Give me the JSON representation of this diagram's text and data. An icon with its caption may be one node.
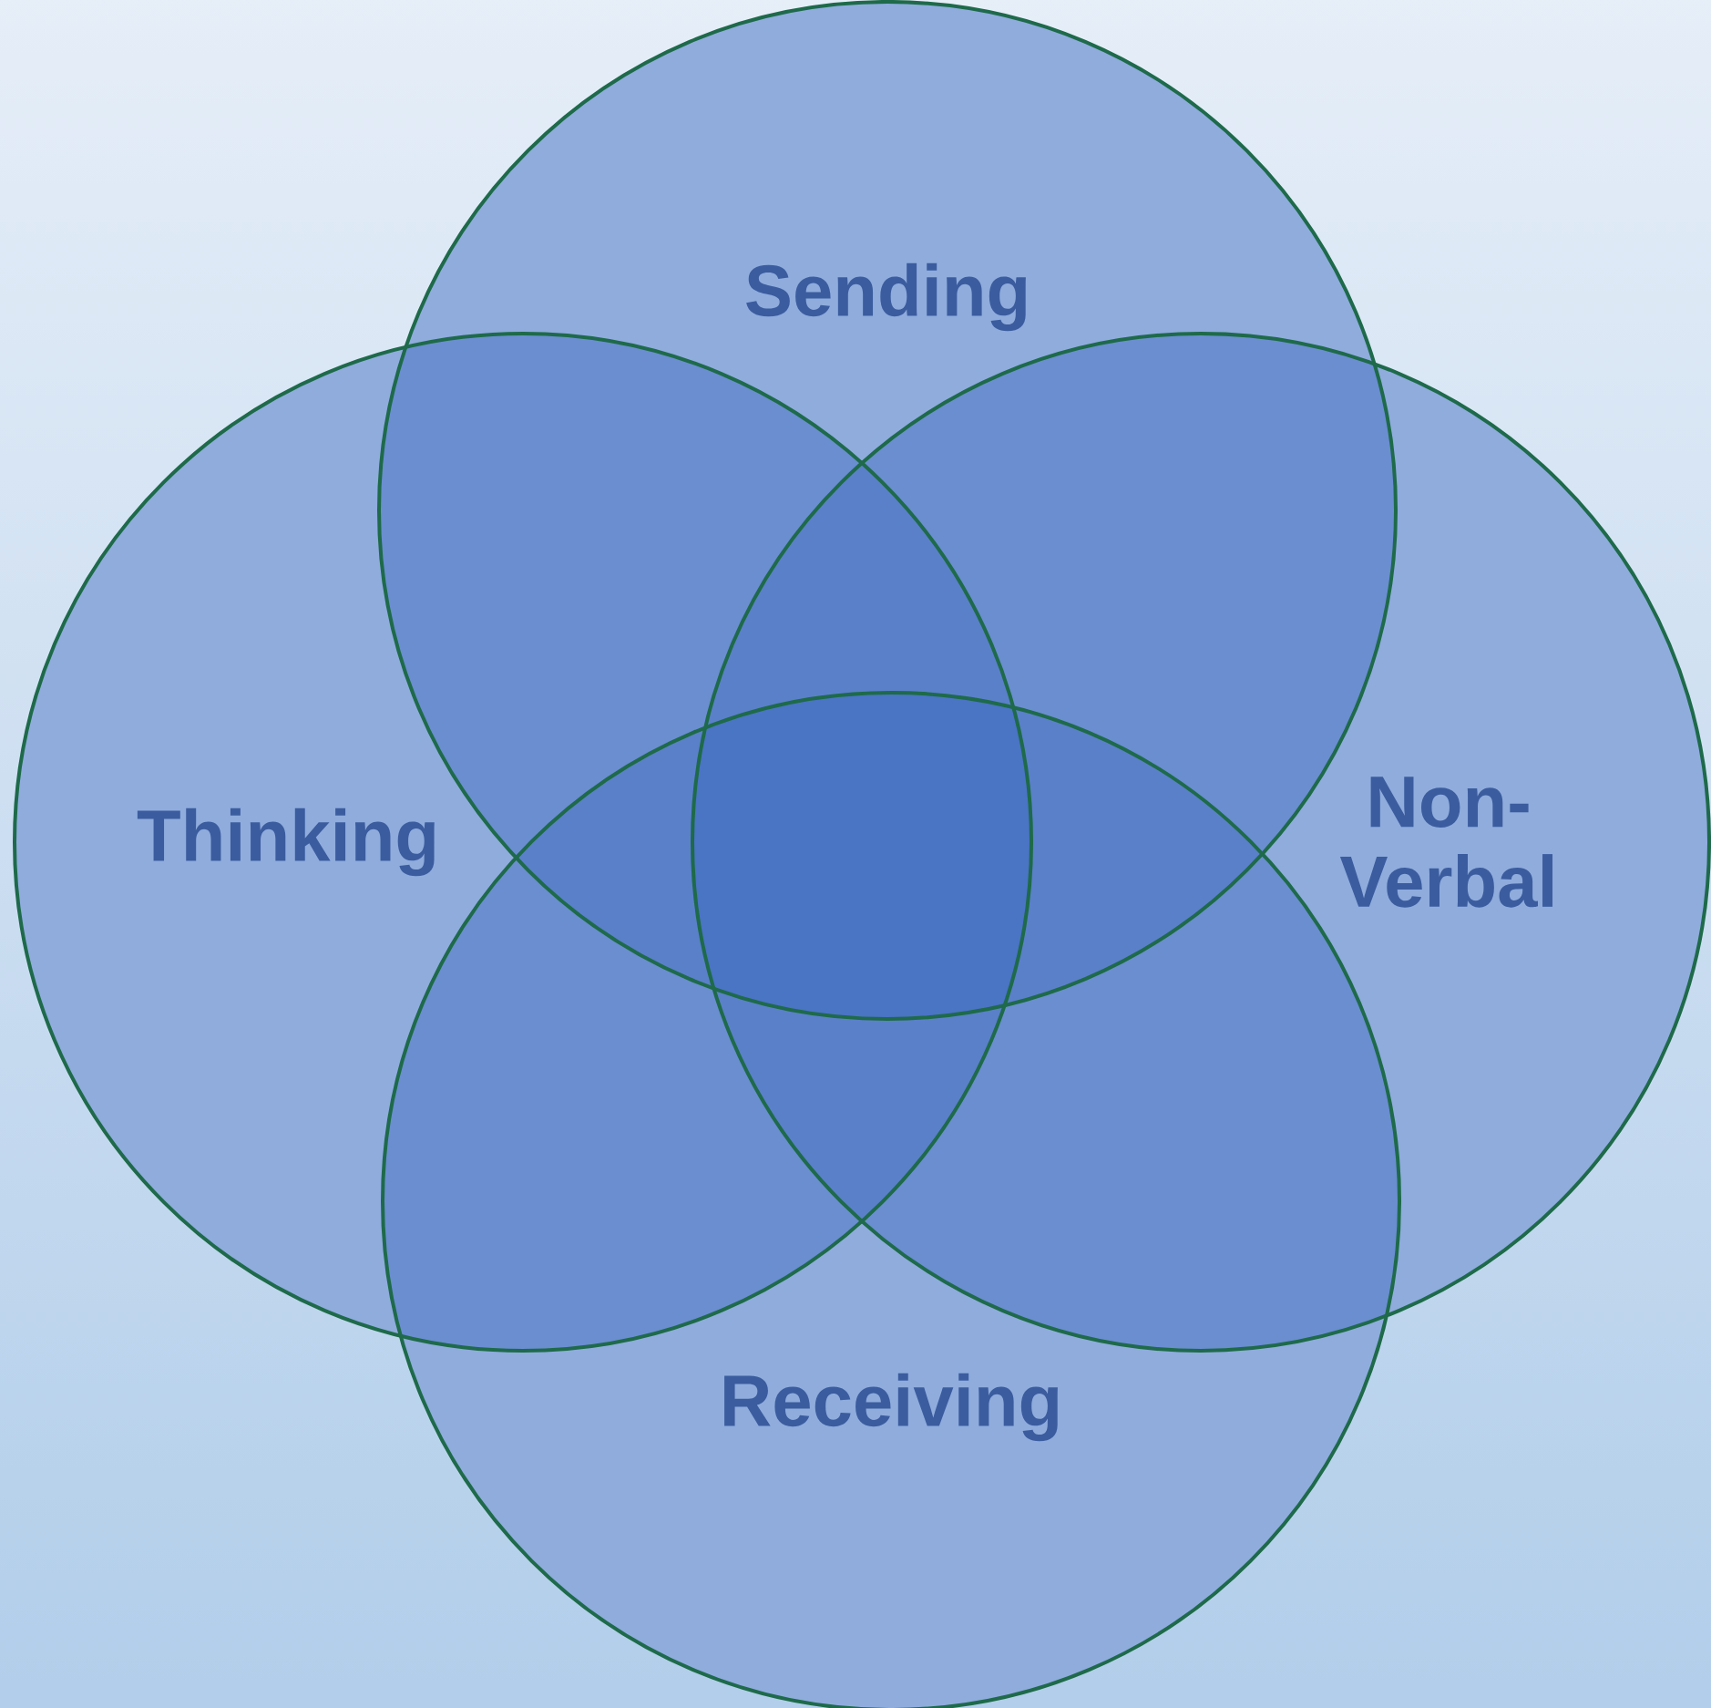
{
  "diagram": {
    "nodes": [
      {
        "text": [
          "Sending"
        ]
      },
      {
        "text": [
          "Thinking"
        ]
      },
      {
        "text": [
          "Non-Verbal"
        ]
      },
      {
        "text": [
          "Receiving"
        ]
      }
    ]
  }
}
